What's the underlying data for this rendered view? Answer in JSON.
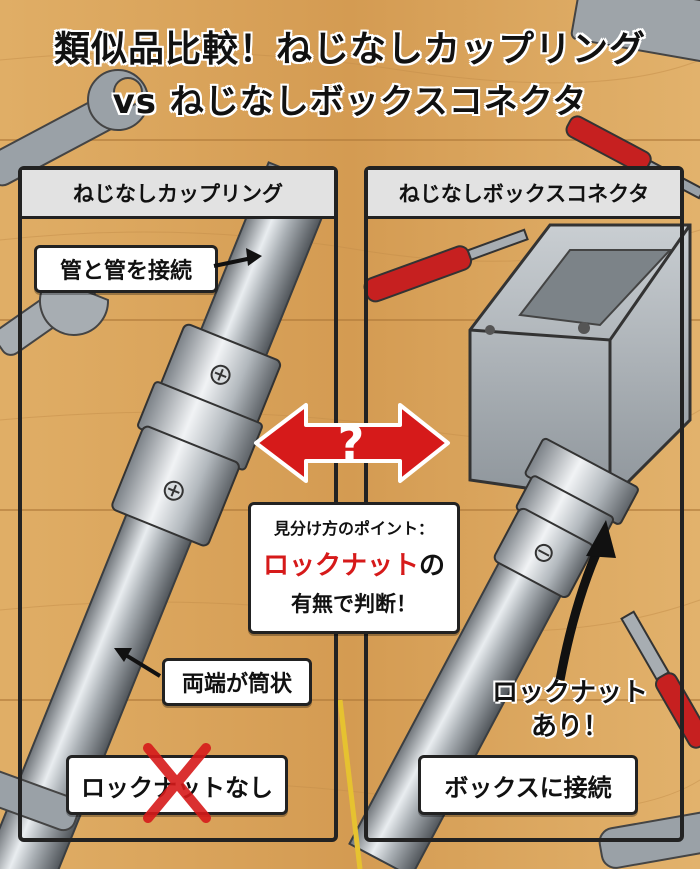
{
  "title": {
    "line1": "類似品比較！ねじなしカップリング",
    "line2": "vs ねじなしボックスコネクタ"
  },
  "left_panel": {
    "header": "ねじなしカップリング",
    "label_top": "管と管を接続",
    "label_middle": "両端が筒状",
    "label_bottom": "ロックナットなし"
  },
  "right_panel": {
    "header": "ねじなしボックスコネクタ",
    "locknut_line1": "ロックナット",
    "locknut_line2": "あり！",
    "label_bottom": "ボックスに接続"
  },
  "center": {
    "question_mark": "?",
    "line1": "見分け方のポイント：",
    "line2_highlight": "ロックナット",
    "line2_suffix": "の",
    "line3": "有無で判断！"
  },
  "colors": {
    "wood": "#d9a55c",
    "highlight_red": "#d61a1a",
    "panel_border": "#222222",
    "header_bg": "#e2e2e2"
  }
}
